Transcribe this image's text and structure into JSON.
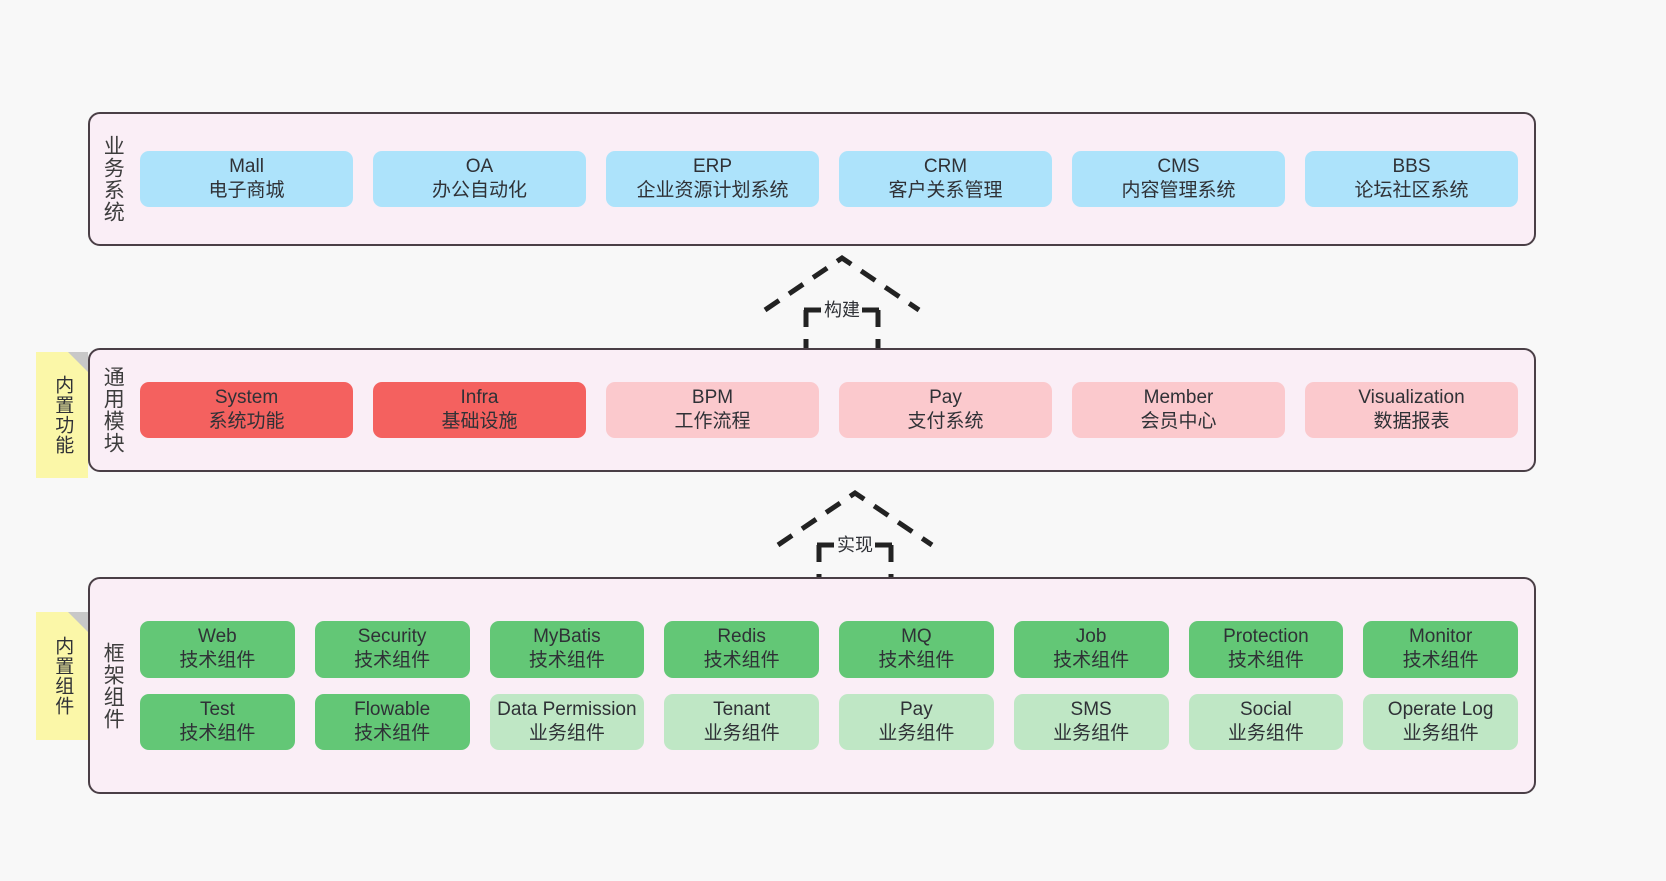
{
  "colors": {
    "page_background": "#f8f8f8",
    "layer_background": "#faeef6",
    "layer_border": "#4a3f46",
    "business_box": "#ade3fb",
    "module_primary": "#f4615f",
    "module_secondary": "#fbc9cd",
    "tech_component": "#63c776",
    "business_component": "#bfe7c5",
    "note_background": "#fbf7a8",
    "note_fold": "#c8c8c8"
  },
  "layers": [
    {
      "id": "business-system",
      "label": "业务系统",
      "rows": [
        {
          "style": "c-blue",
          "cells": [
            {
              "name": "Mall",
              "desc": "电子商城"
            },
            {
              "name": "OA",
              "desc": "办公自动化"
            },
            {
              "name": "ERP",
              "desc": "企业资源计划系统"
            },
            {
              "name": "CRM",
              "desc": "客户关系管理"
            },
            {
              "name": "CMS",
              "desc": "内容管理系统"
            },
            {
              "name": "BBS",
              "desc": "论坛社区系统"
            }
          ]
        }
      ]
    },
    {
      "id": "common-module",
      "label": "通用模块",
      "note": "内置功能",
      "rows": [
        {
          "cells": [
            {
              "name": "System",
              "desc": "系统功能",
              "style": "c-red-strong"
            },
            {
              "name": "Infra",
              "desc": "基础设施",
              "style": "c-red-strong"
            },
            {
              "name": "BPM",
              "desc": "工作流程",
              "style": "c-red-soft"
            },
            {
              "name": "Pay",
              "desc": "支付系统",
              "style": "c-red-soft"
            },
            {
              "name": "Member",
              "desc": "会员中心",
              "style": "c-red-soft"
            },
            {
              "name": "Visualization",
              "desc": "数据报表",
              "style": "c-red-soft"
            }
          ]
        }
      ]
    },
    {
      "id": "framework-component",
      "label": "框架组件",
      "note": "内置组件",
      "rows": [
        {
          "cells": [
            {
              "name": "Web",
              "desc": "技术组件",
              "style": "c-green-strong"
            },
            {
              "name": "Security",
              "desc": "技术组件",
              "style": "c-green-strong"
            },
            {
              "name": "MyBatis",
              "desc": "技术组件",
              "style": "c-green-strong"
            },
            {
              "name": "Redis",
              "desc": "技术组件",
              "style": "c-green-strong"
            },
            {
              "name": "MQ",
              "desc": "技术组件",
              "style": "c-green-strong"
            },
            {
              "name": "Job",
              "desc": "技术组件",
              "style": "c-green-strong"
            },
            {
              "name": "Protection",
              "desc": "技术组件",
              "style": "c-green-strong"
            },
            {
              "name": "Monitor",
              "desc": "技术组件",
              "style": "c-green-strong"
            }
          ]
        },
        {
          "cells": [
            {
              "name": "Test",
              "desc": "技术组件",
              "style": "c-green-strong"
            },
            {
              "name": "Flowable",
              "desc": "技术组件",
              "style": "c-green-strong"
            },
            {
              "name": "Data Permission",
              "desc": "业务组件",
              "style": "c-green-soft"
            },
            {
              "name": "Tenant",
              "desc": "业务组件",
              "style": "c-green-soft"
            },
            {
              "name": "Pay",
              "desc": "业务组件",
              "style": "c-green-soft"
            },
            {
              "name": "SMS",
              "desc": "业务组件",
              "style": "c-green-soft"
            },
            {
              "name": "Social",
              "desc": "业务组件",
              "style": "c-green-soft"
            },
            {
              "name": "Operate Log",
              "desc": "业务组件",
              "style": "c-green-soft"
            }
          ]
        }
      ]
    }
  ],
  "connectors": [
    {
      "id": "build",
      "label": "构建"
    },
    {
      "id": "implement",
      "label": "实现"
    }
  ]
}
